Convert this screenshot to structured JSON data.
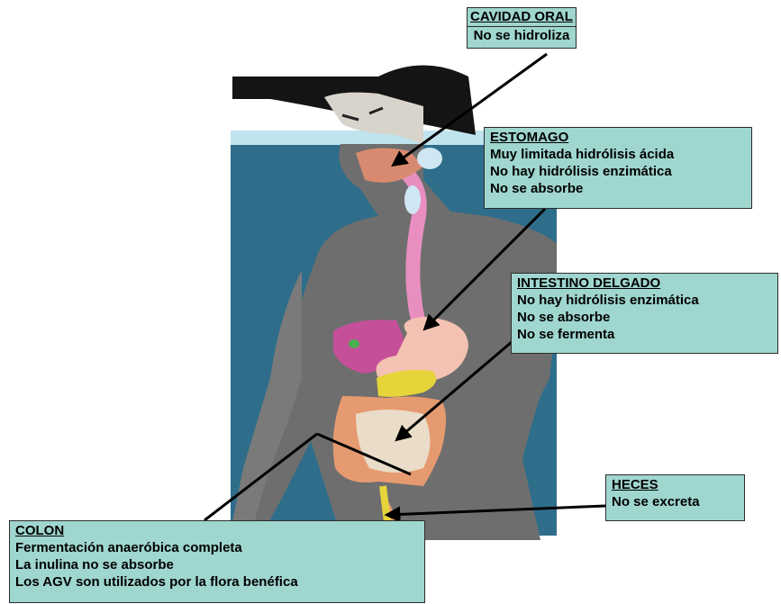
{
  "labels": {
    "oral": {
      "title": "CAVIDAD ORAL",
      "lines": [
        "No se hidroliza"
      ]
    },
    "estomago": {
      "title": "ESTOMAGO",
      "lines": [
        "Muy limitada hidrólisis ácida",
        "No hay hidrólisis enzimática",
        "No se absorbe"
      ]
    },
    "intestino": {
      "title": "INTESTINO DELGADO",
      "lines": [
        "No hay hidrólisis enzimática",
        "No se absorbe",
        "No se fermenta"
      ]
    },
    "heces": {
      "title": "HECES",
      "lines": [
        "No se excreta"
      ]
    },
    "colon": {
      "title": "COLON",
      "lines": [
        "Fermentación anaeróbica completa",
        "La inulina no se absorbe",
        "Los AGV son utilizados por la flora benéfica"
      ]
    }
  },
  "colors": {
    "box_fill": "#9fd6cf",
    "panel_blue": "#2e6e8a",
    "body_gray": "#6e6e6e",
    "esophagus_pink": "#e88fc0",
    "stomach_peach": "#f3c2b2",
    "liver_magenta": "#c64f9a",
    "pancreas_yellow": "#e6d43a",
    "colon_orange": "#e69a70",
    "small_intestine_beige": "#e9dcc8",
    "arrow": "#000000"
  }
}
